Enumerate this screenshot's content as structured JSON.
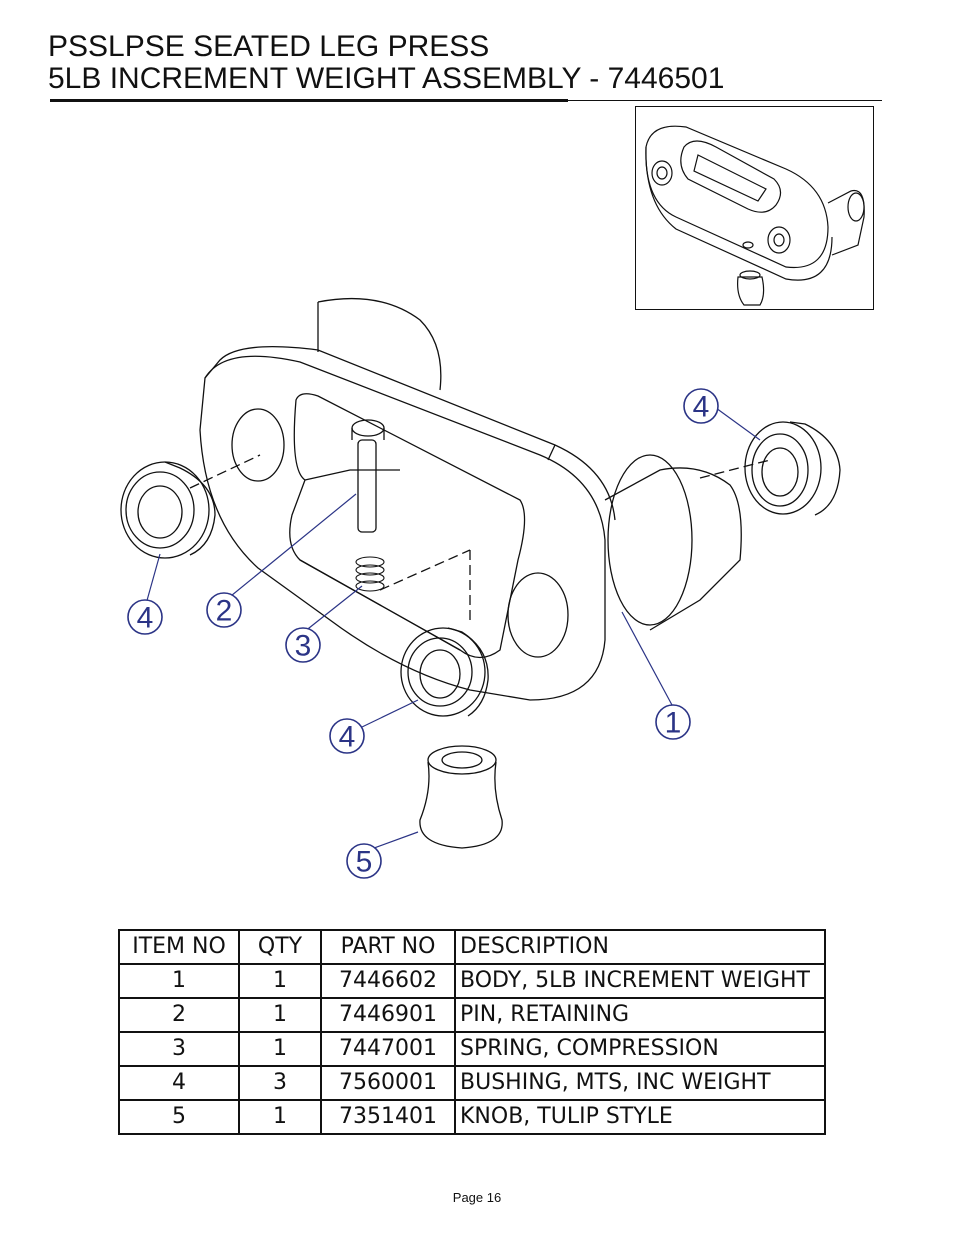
{
  "header": {
    "title_line1": "PSSLPSE SEATED LEG PRESS",
    "title_line2": "5LB INCREMENT WEIGHT ASSEMBLY - 7446501"
  },
  "drawing": {
    "callouts": [
      {
        "number": "1"
      },
      {
        "number": "2"
      },
      {
        "number": "3"
      },
      {
        "number": "4"
      },
      {
        "number": "4"
      },
      {
        "number": "4"
      },
      {
        "number": "5"
      }
    ],
    "callout_color": "#2b3486"
  },
  "parts_table": {
    "headers": [
      "ITEM NO",
      "QTY",
      "PART NO",
      "DESCRIPTION"
    ],
    "rows": [
      {
        "item": "1",
        "qty": "1",
        "part_no": "7446602",
        "description": "BODY, 5LB INCREMENT WEIGHT"
      },
      {
        "item": "2",
        "qty": "1",
        "part_no": "7446901",
        "description": "PIN, RETAINING"
      },
      {
        "item": "3",
        "qty": "1",
        "part_no": "7447001",
        "description": "SPRING, COMPRESSION"
      },
      {
        "item": "4",
        "qty": "3",
        "part_no": "7560001",
        "description": "BUSHING, MTS, INC WEIGHT"
      },
      {
        "item": "5",
        "qty": "1",
        "part_no": "7351401",
        "description": "KNOB, TULIP STYLE"
      }
    ]
  },
  "footer": {
    "page_label": "Page 16"
  }
}
